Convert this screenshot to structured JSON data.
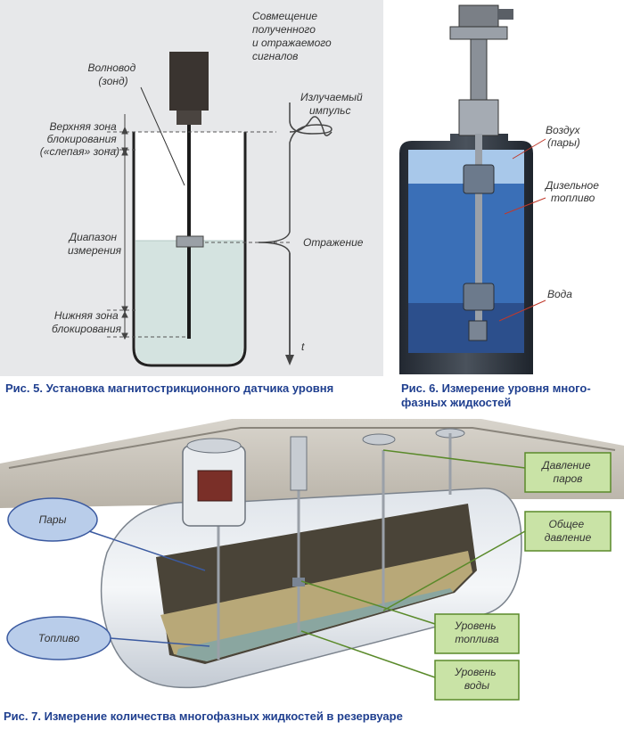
{
  "fig5": {
    "waveguide": [
      "Волновод",
      "(зонд)"
    ],
    "combine": [
      "Совмещение",
      "полученного",
      "и отражаемого",
      "сигналов"
    ],
    "upper_zone": [
      "Верхняя зона",
      "блокирования",
      "(«слепая» зона)"
    ],
    "emitted": [
      "Излучаемый",
      "импульс"
    ],
    "range": [
      "Диапазон",
      "измерения"
    ],
    "reflection": "Отражение",
    "lower_zone": [
      "Нижняя зона",
      "блокирования"
    ],
    "time_axis": "t",
    "caption": "Рис. 5. Установка магнитострикционного датчика уровня"
  },
  "fig6": {
    "air": [
      "Воздух",
      "(пары)"
    ],
    "diesel": [
      "Дизельное",
      "топливо"
    ],
    "water": "Вода",
    "caption": [
      "Рис. 6. Измерение уровня много-",
      "фазных жидкостей"
    ]
  },
  "fig7": {
    "vapor": "Пары",
    "fuel": "Топливо",
    "vapor_pressure": [
      "Давление",
      "паров"
    ],
    "total_pressure": [
      "Общее",
      "давление"
    ],
    "fuel_level": [
      "Уровень",
      "топлива"
    ],
    "water_level": [
      "Уровень",
      "воды"
    ],
    "caption": "Рис. 7. Измерение количества многофазных жидкостей в резервуаре"
  },
  "colors": {
    "caption": "#1f3f8f",
    "callout_fill": "#c9e3a6",
    "callout_stroke": "#5a8a2a",
    "bubble_fill": "#b9cdea",
    "bubble_stroke": "#3b5aa0",
    "diesel": "#3a6fb7",
    "water": "#2c4f8c",
    "fig5_panel": "#e7e8ea"
  }
}
